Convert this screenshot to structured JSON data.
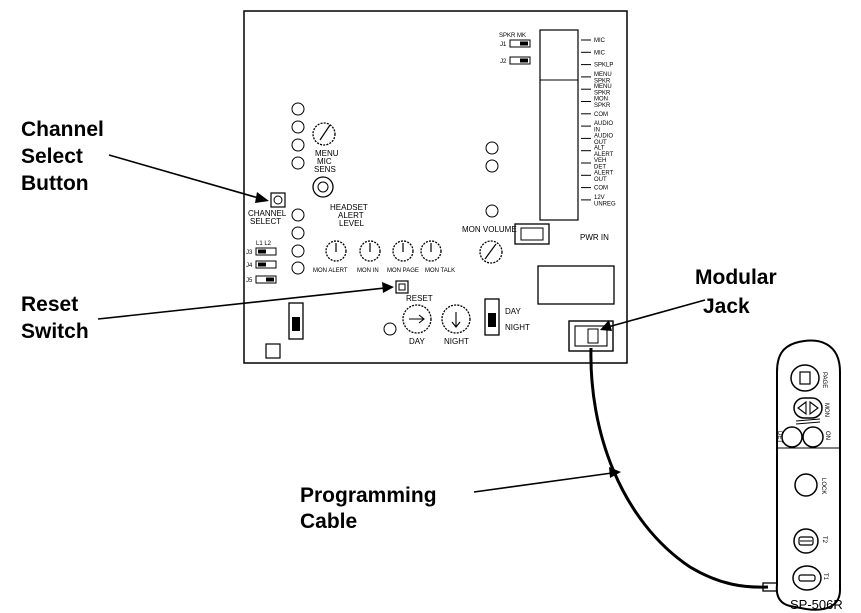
{
  "callouts": {
    "channel_select": [
      "Channel",
      "Select",
      "Button"
    ],
    "reset_switch": [
      "Reset",
      "Switch"
    ],
    "modular_jack": [
      "Modular",
      "Jack"
    ],
    "programming_cable": [
      "Programming",
      "Cable"
    ]
  },
  "board": {
    "jumpers_top": {
      "header": "SPKR  MK",
      "j1": "J1",
      "j2": "J2"
    },
    "terminals": [
      "MIC",
      "MIC",
      "SPKLP",
      "MENU SPKR",
      "MENU SPKR",
      "MON SPKR",
      "COM",
      "AUDIO IN",
      "AUDIO OUT",
      "ALT ALERT",
      "VEH DET",
      "ALERT OUT",
      "COM",
      "12V UNREG"
    ],
    "pwr_in": "PWR IN",
    "menu": "MENU",
    "mic_sens": [
      "MIC",
      "SENS"
    ],
    "headset_alert_level": [
      "HEADSET",
      "ALERT",
      "LEVEL"
    ],
    "channel_select": [
      "CHANNEL",
      "SELECT"
    ],
    "jumper_header": "L1  L2",
    "jumpers_left": [
      "J3",
      "J4",
      "J5"
    ],
    "mon_volume": "MON VOLUME",
    "pots": [
      "MON ALERT",
      "MON IN",
      "MON PAGE",
      "MON TALK"
    ],
    "reset": "RESET",
    "day_pot": "DAY",
    "night_pot": "NIGHT",
    "switch_day": "DAY",
    "switch_night": "NIGHT"
  },
  "remote": {
    "buttons": [
      "PAGE",
      "MON",
      "DET",
      "LOCK",
      "T2",
      "T1"
    ]
  },
  "reference": "SP-506R"
}
